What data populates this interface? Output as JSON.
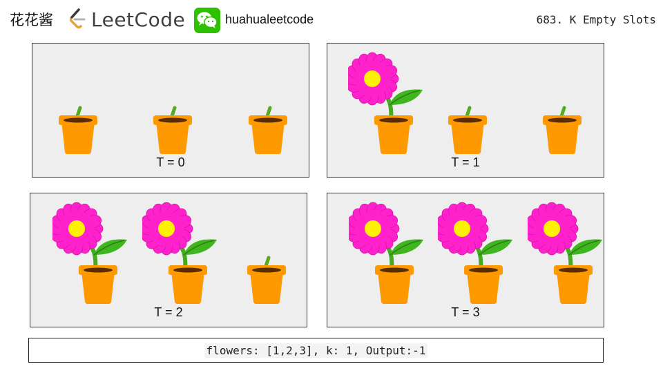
{
  "header": {
    "brand": "花花酱",
    "logo_text": "LeetCode",
    "wechat_handle": "huahualeetcode",
    "problem_title": "683. K Empty Slots"
  },
  "panels": [
    {
      "label": "T = 0",
      "bloomed": [
        false,
        false,
        false
      ]
    },
    {
      "label": "T = 1",
      "bloomed": [
        true,
        false,
        false
      ]
    },
    {
      "label": "T = 2",
      "bloomed": [
        true,
        true,
        false
      ]
    },
    {
      "label": "T = 3",
      "bloomed": [
        true,
        true,
        true
      ]
    }
  ],
  "output": {
    "text": "flowers: [1,2,3], k: 1, Output:-1"
  },
  "colors": {
    "petal": "#ff22cc",
    "petal_dark": "#d80fa8",
    "center": "#fff200",
    "pot": "#ff9900",
    "pot_dark": "#e07f00",
    "soil": "#5a2d00",
    "stem": "#44aa1e",
    "leaf": "#3fb51f",
    "leaf_dark": "#2b7d12",
    "sprout": "#55aa22",
    "panel_bg": "#eeeeee"
  }
}
